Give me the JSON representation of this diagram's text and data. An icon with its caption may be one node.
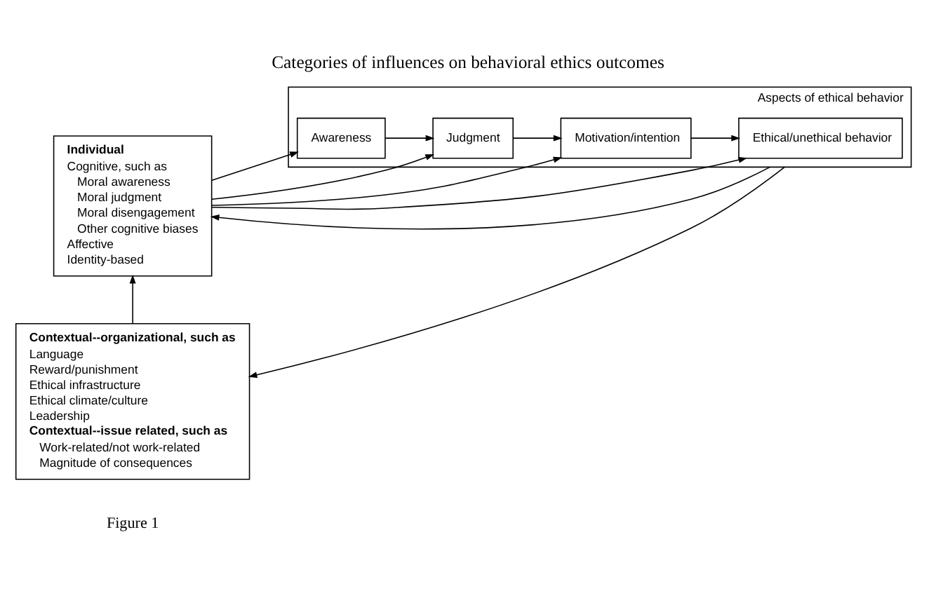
{
  "diagram": {
    "title": "Categories of influences on behavioral ethics outcomes",
    "nodes": [
      {
        "text": [
          "Individual",
          "Cognitive, such as",
          "Moral awareness",
          "Moral judgment",
          "Moral disengagement",
          "Other cognitive biases",
          "Affective",
          "Identity-based"
        ]
      },
      {
        "text": [
          "Contextual--organizational, such as",
          "Language",
          "Reward/punishment",
          "Ethical infrastructure",
          "Ethical climate/culture",
          "Leadership",
          "Contextual--issue related, such as",
          "Work-related/not work-related",
          "Magnitude of consequences"
        ]
      },
      {
        "text": [
          "Aspects of ethical behavior"
        ]
      },
      {
        "text": [
          "Awareness"
        ],
        "in": 2
      },
      {
        "text": [
          "Judgment"
        ],
        "in": 2
      },
      {
        "text": [
          "Motivation/intention"
        ],
        "in": 2
      },
      {
        "text": [
          "Ethical/unethical behavior"
        ],
        "in": 2
      }
    ],
    "edges": [
      {
        "from": 0,
        "to": 3,
        "arrow": "to"
      },
      {
        "from": 0,
        "to": 4,
        "arrow": "to"
      },
      {
        "from": 0,
        "to": 5,
        "arrow": "to"
      },
      {
        "from": 0,
        "to": 6,
        "arrow": "to"
      },
      {
        "from": 1,
        "to": 0,
        "arrow": "to"
      },
      {
        "from": 3,
        "to": 4,
        "arrow": "to"
      },
      {
        "from": 4,
        "to": 5,
        "arrow": "to"
      },
      {
        "from": 5,
        "to": 6,
        "arrow": "to"
      },
      {
        "from": 2,
        "to": 0,
        "arrow": "to"
      },
      {
        "from": 2,
        "to": 1,
        "arrow": "to"
      }
    ],
    "labels": [
      "Figure 1"
    ]
  }
}
